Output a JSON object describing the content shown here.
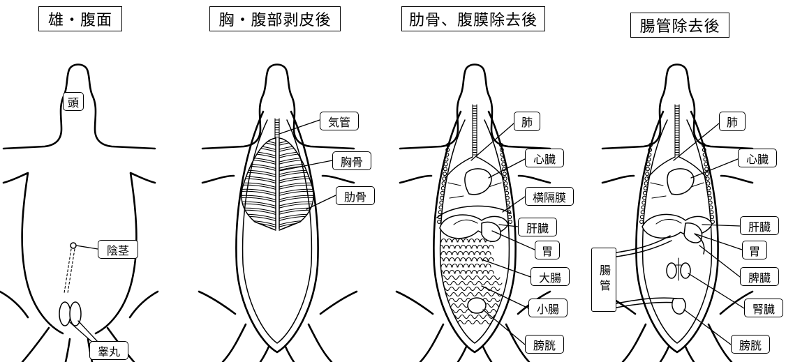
{
  "colors": {
    "line": "#000000",
    "background": "#ffffff"
  },
  "panels": [
    {
      "title": "雄・腹面",
      "labels": {
        "head": "頭",
        "penis": "陰茎",
        "testis": "睾丸"
      }
    },
    {
      "title": "胸・腹部剥皮後",
      "labels": {
        "trachea": "気管",
        "sternum": "胸骨",
        "ribs": "肋骨"
      }
    },
    {
      "title": "肋骨、腹膜除去後",
      "labels": {
        "lung": "肺",
        "heart": "心臓",
        "diaphragm": "横隔膜",
        "liver": "肝臓",
        "stomach": "胃",
        "large_intestine": "大腸",
        "small_intestine": "小腸",
        "bladder": "膀胱"
      }
    },
    {
      "title": "腸管除去後",
      "labels": {
        "lung": "肺",
        "heart": "心臓",
        "liver": "肝臓",
        "stomach": "胃",
        "spleen": "脾臓",
        "kidney": "腎臓",
        "bladder": "膀胱",
        "intestine": "腸管"
      }
    }
  ]
}
